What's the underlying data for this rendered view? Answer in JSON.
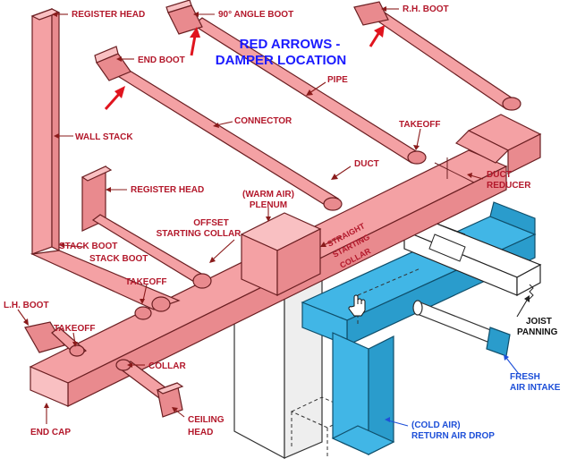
{
  "title": "RED ARROWS -",
  "title_line2": "DAMPER LOCATION",
  "labels": {
    "register_head_top": "REGISTER HEAD",
    "angle_boot": "90° ANGLE BOOT",
    "rh_boot": "R.H. BOOT",
    "end_boot": "END BOOT",
    "pipe": "PIPE",
    "connector": "CONNECTOR",
    "wall_stack": "WALL STACK",
    "takeoff_right": "TAKEOFF",
    "duct": "DUCT",
    "duct_reducer_1": "DUCT",
    "duct_reducer_2": "REDUCER",
    "register_head_mid": "REGISTER HEAD",
    "warm_air_1": "(WARM AIR)",
    "warm_air_2": "PLENUM",
    "offset_1": "OFFSET",
    "offset_2": "STARTING COLLAR",
    "stack_boot_1": "STACK BOOT",
    "stack_boot_2": "STACK BOOT",
    "straight_1": "STRAIGHT",
    "straight_2": "STARTING",
    "straight_3": "COLLAR",
    "takeoff_mid": "TAKEOFF",
    "lh_boot": "L.H. BOOT",
    "takeoff_left": "TAKEOFF",
    "joist_1": "JOIST",
    "joist_2": "PANNING",
    "collar": "COLLAR",
    "fresh_1": "FRESH",
    "fresh_2": "AIR INTAKE",
    "end_cap": "END CAP",
    "ceiling_1": "CEILING",
    "ceiling_2": "HEAD",
    "cold_air_1": "(COLD AIR)",
    "cold_air_2": "RETURN AIR DROP"
  },
  "colors": {
    "supply_duct": "#f4a1a4",
    "return_duct": "#41b6e6",
    "damper_arrow": "#e0141e",
    "label_red": "#b3182b",
    "label_blue": "#1d4fd8"
  }
}
